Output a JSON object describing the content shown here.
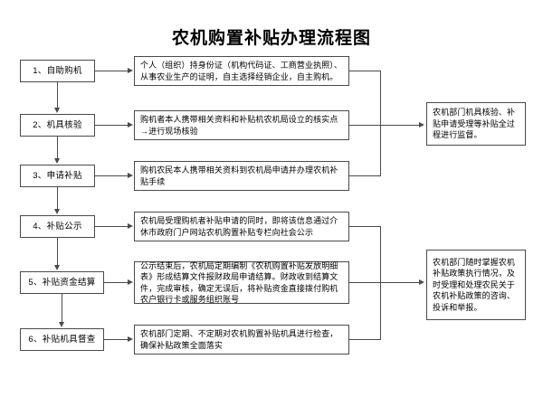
{
  "title": "农机购置补贴办理流程图",
  "stages": [
    {
      "id": "stage-1",
      "label": "1、自助购机"
    },
    {
      "id": "stage-2",
      "label": "2、机具核验"
    },
    {
      "id": "stage-3",
      "label": "3、申请补贴"
    },
    {
      "id": "stage-4",
      "label": "4、补贴公示"
    },
    {
      "id": "stage-5",
      "label": "5、补贴资金结算"
    },
    {
      "id": "stage-6",
      "label": "6、补贴机具督查"
    }
  ],
  "details": [
    {
      "id": "detail-1",
      "text": "个人（组织）持身份证（机构代码证、工商营业执照）、从事农业生产的证明，自主选择经销企业，自主购机。"
    },
    {
      "id": "detail-2",
      "text": "购机者本人携带相关资料和补贴机农机局设立的核实点→进行现场核验"
    },
    {
      "id": "detail-3",
      "text": "购机农民本人携带相关资料到农机局申请并办理农机补贴手续"
    },
    {
      "id": "detail-4",
      "text": "农机局受理购机者补贴申请的同时，即将该信息通过介休市政府门户网站农机购置补贴专栏向社会公示"
    },
    {
      "id": "detail-5",
      "text": "公示结束后，农机局定期编制《农机购置补贴发放明细表》形成结算文件报财政局申请结算。财政收到结算文件，完成审核，确定无误后，将补贴资金直接拨付购机农户银行卡或服务组织账号"
    },
    {
      "id": "detail-6",
      "text": "农机部门定期、不定期对农机购置补贴机具进行检查，确保补贴政策全面落实"
    }
  ],
  "supervision": [
    {
      "id": "supervision-1",
      "text": "农机部门机具核验、补贴申请受理等补贴全过程进行监督。"
    },
    {
      "id": "supervision-2",
      "text": "农机部门随时掌握农机补贴政策执行情况，及时受理和处理农民关于农机补贴政策的咨询、投诉和举报。"
    }
  ],
  "colors": {
    "stroke": "#4a4a4a",
    "text": "#000000",
    "background": "#ffffff"
  }
}
